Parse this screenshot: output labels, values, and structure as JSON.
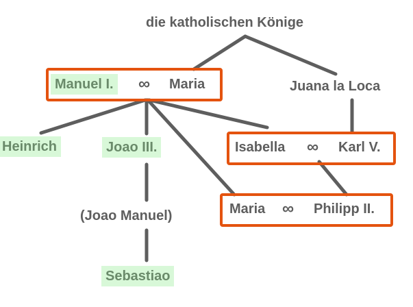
{
  "title": "die katholischen Könige",
  "marriage_symbol": "∞",
  "colors": {
    "line": "#5e5e5e",
    "highlight_box": "#e4530f",
    "green_bg": "#d8f8d8",
    "green_text": "#6a8a6a"
  },
  "nodes": {
    "manuel": "Manuel I.",
    "maria_spouse": "Maria",
    "juana": "Juana la Loca",
    "heinrich": "Heinrich",
    "joao3": "Joao III.",
    "isabella": "Isabella",
    "karl": "Karl V.",
    "maria_daughter": "Maria",
    "philipp": "Philipp II.",
    "joao_manuel": "(Joao Manuel)",
    "sebastiao": "Sebastiao"
  }
}
